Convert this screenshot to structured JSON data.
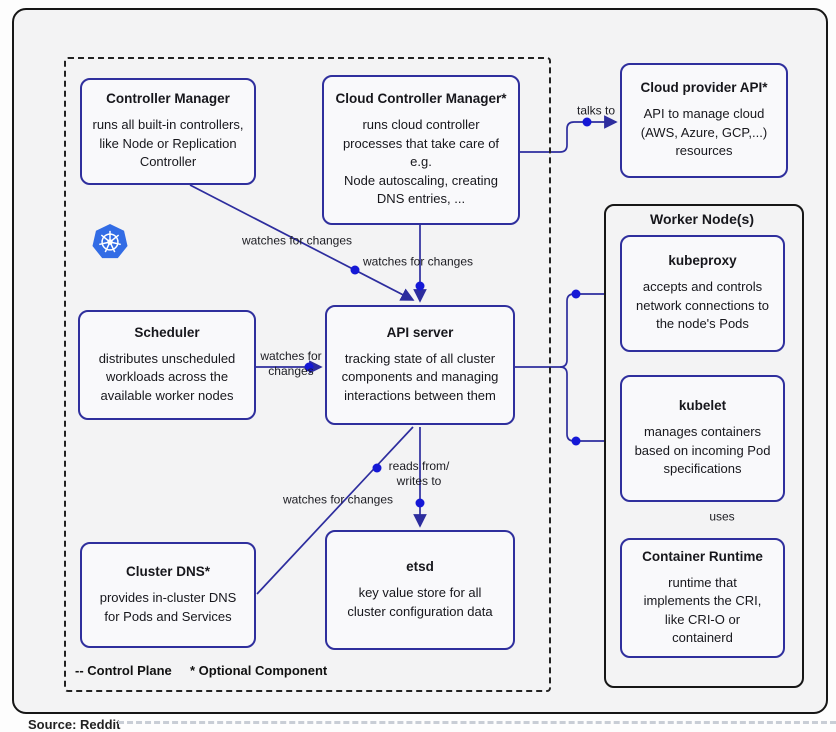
{
  "page": {
    "caption": "Source: Reddit"
  },
  "worker": {
    "title": "Worker Node(s)"
  },
  "legend": {
    "control_plane": "-- Control Plane",
    "optional_component": "* Optional Component"
  },
  "nodes": {
    "controller_manager": {
      "title": "Controller Manager",
      "body": "runs all built-in controllers,\nlike Node or Replication\nController"
    },
    "cloud_controller_manager": {
      "title": "Cloud Controller Manager*",
      "body": "runs cloud controller\nprocesses that take care of\ne.g.\nNode autoscaling, creating\nDNS entries, ..."
    },
    "cloud_provider_api": {
      "title": "Cloud provider API*",
      "body": "API to manage cloud\n(AWS, Azure, GCP,...)\nresources"
    },
    "scheduler": {
      "title": "Scheduler",
      "body": "distributes unscheduled\nworkloads across the\navailable worker nodes"
    },
    "api_server": {
      "title": "API server",
      "body": "tracking state of all cluster\ncomponents and managing\ninteractions between them"
    },
    "etsd": {
      "title": "etsd",
      "body": "key value store for all\ncluster configuration data"
    },
    "cluster_dns": {
      "title": "Cluster DNS*",
      "body": "provides in-cluster DNS\nfor Pods and Services"
    },
    "kubeproxy": {
      "title": "kubeproxy",
      "body": "accepts and controls\nnetwork connections to\nthe node's Pods"
    },
    "kubelet": {
      "title": "kubelet",
      "body": "manages containers\nbased on incoming Pod\nspecifications"
    },
    "container_runtime": {
      "title": "Container Runtime",
      "body": "runtime that\nimplements the CRI,\nlike CRI-O or\ncontainerd"
    }
  },
  "labels": {
    "talks_to": "talks to",
    "watches_cm": "watches for changes",
    "watches_ccm": "watches for changes",
    "watches_scheduler": "watches for\nchanges",
    "reads_writes": "reads from/\nwrites to",
    "watches_dns": "watches for changes",
    "uses": "uses"
  },
  "icons": {
    "kubernetes_logo": "kubernetes-helm-wheel"
  },
  "colors": {
    "line": "#2d2d9e",
    "dot": "#1518d6",
    "boxborder": "#2f2f9d",
    "boxbg": "#f9f9fb",
    "cardbg": "#f3f3f4",
    "k8sblue": "#326ce5"
  }
}
